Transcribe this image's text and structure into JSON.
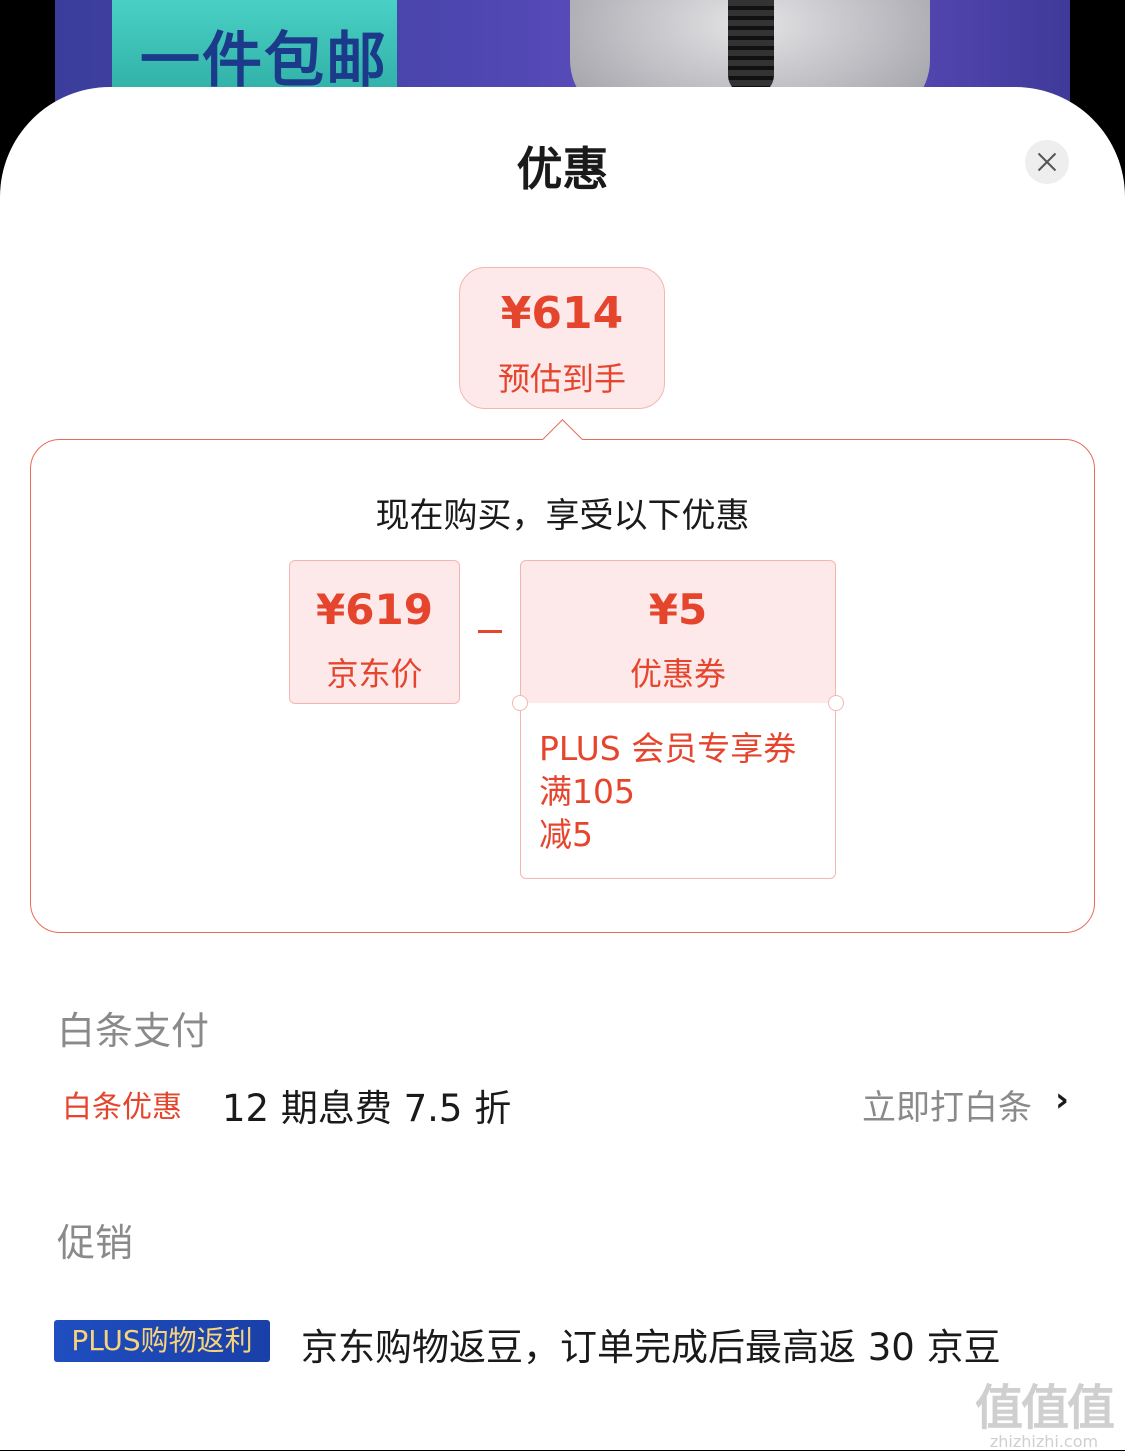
{
  "background": {
    "badge_text": "一件包邮"
  },
  "sheet": {
    "title": "优惠",
    "close_icon": "close-icon"
  },
  "estimate": {
    "price": "¥614",
    "label": "预估到手"
  },
  "discount": {
    "heading": "现在购买，享受以下优惠",
    "base_price": {
      "value": "¥619",
      "label": "京东价"
    },
    "operator": "−",
    "coupon": {
      "value": "¥5",
      "label": "优惠券",
      "detail_lines": [
        "PLUS 会员专享券",
        "满105",
        "减5"
      ]
    }
  },
  "baitiao": {
    "section_title": "白条支付",
    "tag": "白条优惠",
    "text": "12 期息费 7.5 折",
    "link": "立即打白条",
    "chevron": "›"
  },
  "promotion": {
    "section_title": "促销",
    "tag": "PLUS购物返利",
    "text": "京东购物返豆，订单完成后最高返 30 京豆"
  },
  "watermark": {
    "logo": "值值值",
    "domain": "zhizhizhi.com"
  },
  "colors": {
    "accent_red": "#e6452d",
    "pink_bg": "#fde9e9",
    "plus_blue": "#1f4ec0",
    "plus_gold": "#f7d47a"
  }
}
